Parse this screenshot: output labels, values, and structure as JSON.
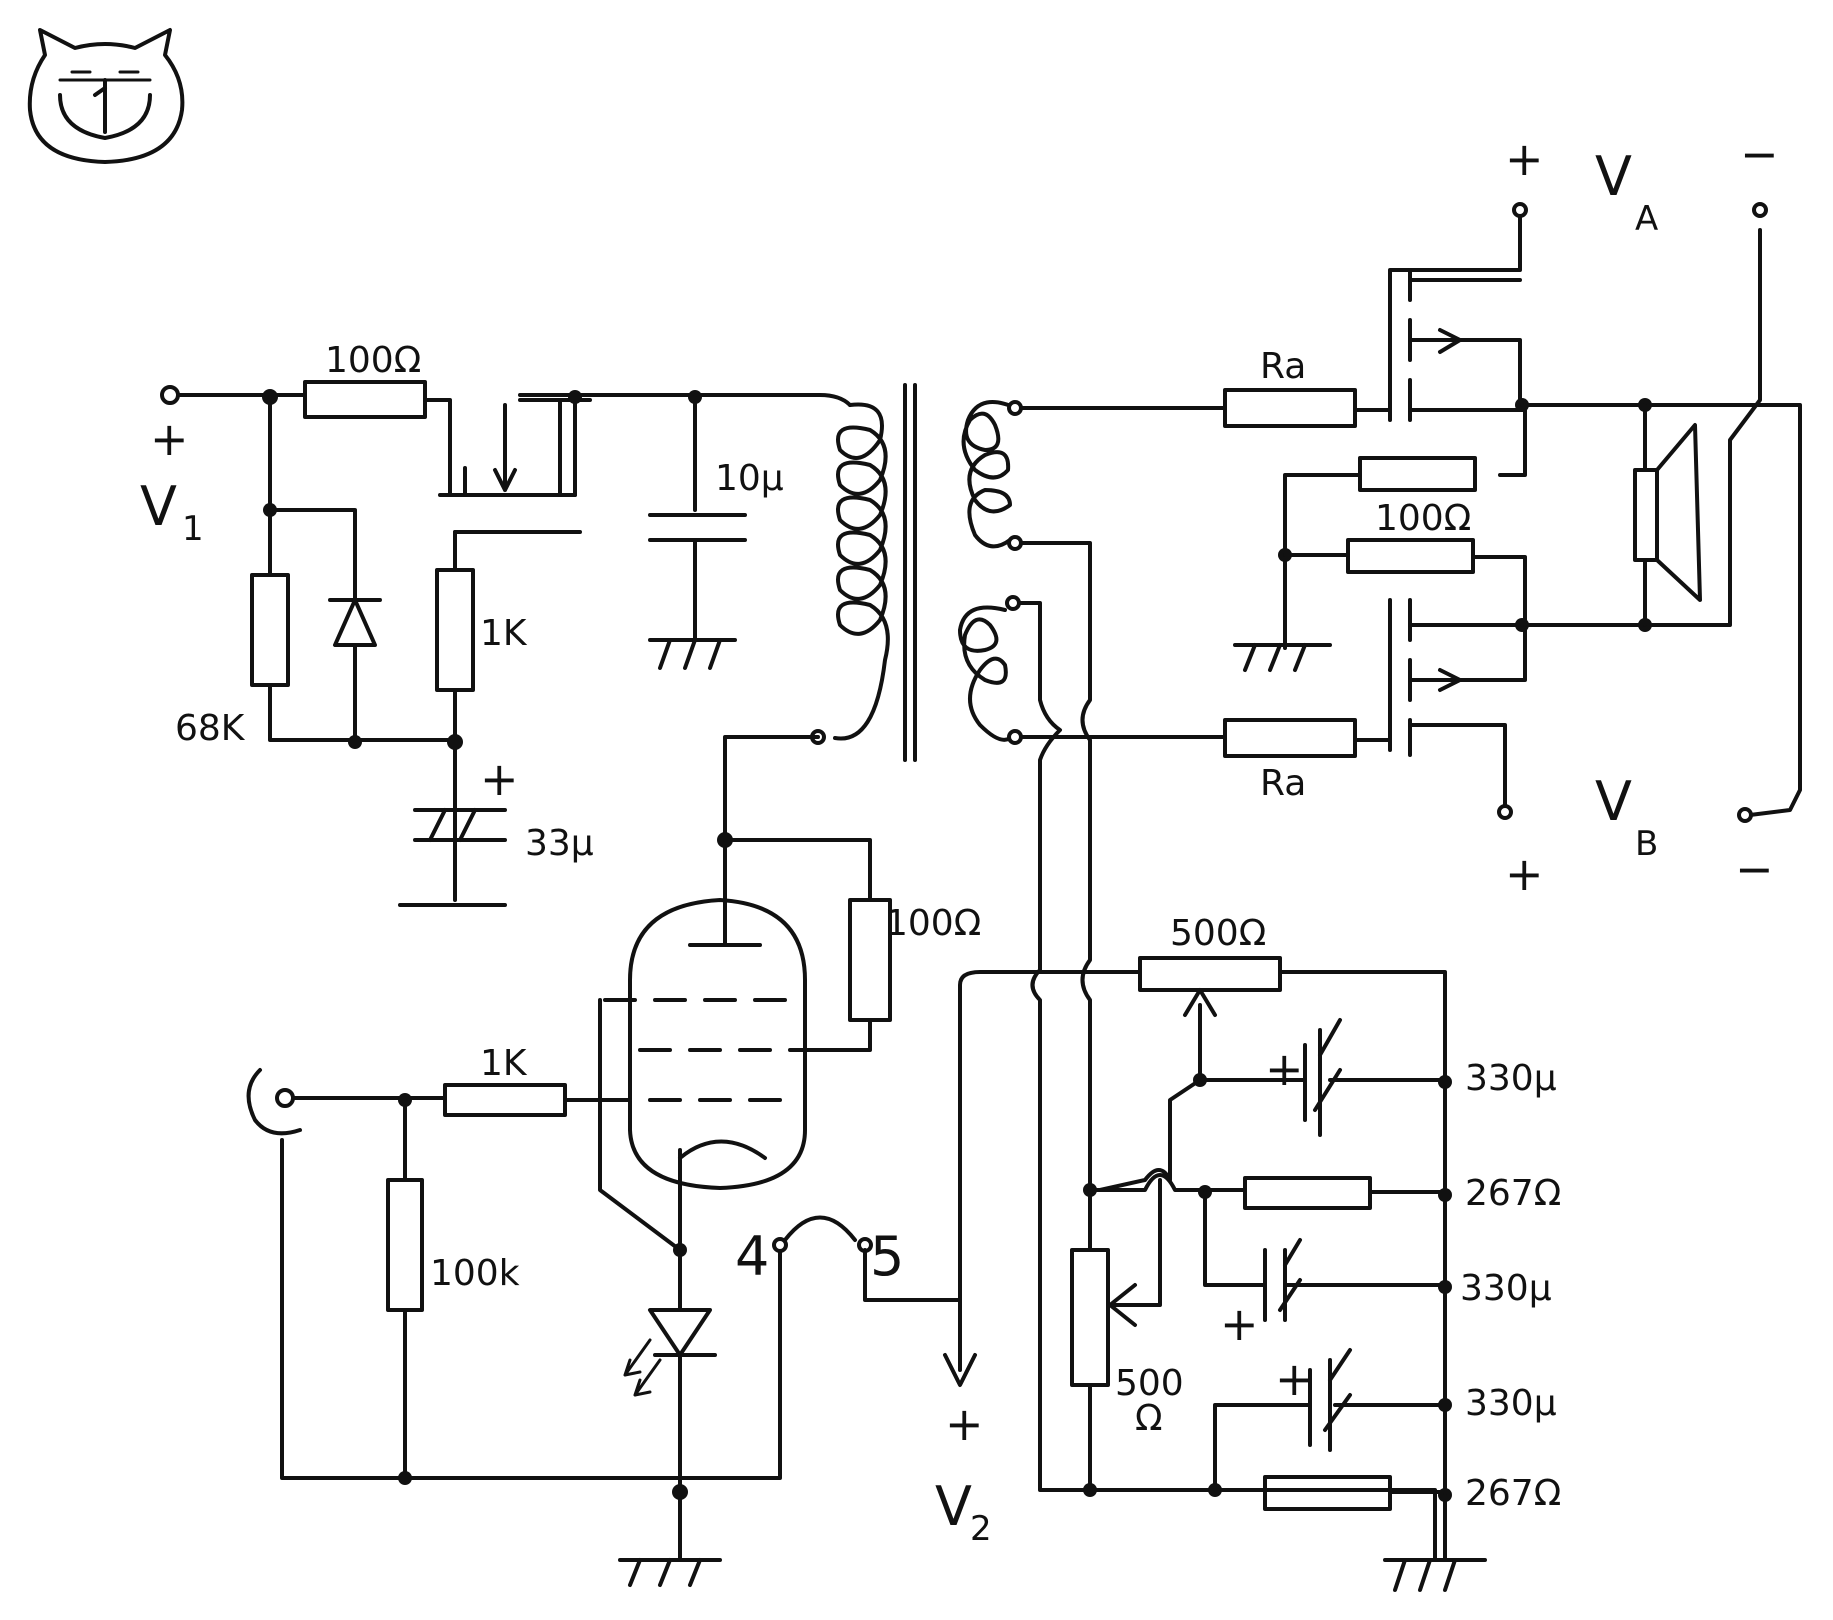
{
  "labels": {
    "r_100_top": "100Ω",
    "r_68k": "68K",
    "r_1k_top": "1K",
    "c_33u": "33μ",
    "c_10u": "10μ",
    "v1_main": "V",
    "v1_sub": "1",
    "plus": "+",
    "minus": "−",
    "ra_top": "Ra",
    "ra_bot": "Ra",
    "r_100_mid": "100Ω",
    "va_main": "V",
    "va_sub": "A",
    "vb_main": "V",
    "vb_sub": "B",
    "r_100_tube": "100Ω",
    "r_1k_grid": "1K",
    "r_100k": "100k",
    "pin4": "4",
    "pin5": "5",
    "v2_main": "V",
    "v2_sub": "2",
    "pot_500_top": "500Ω",
    "pot_500_bot_1": "500",
    "pot_500_bot_2": "Ω",
    "c_330_1": "330μ",
    "r_267_1": "267Ω",
    "c_330_2": "330μ",
    "c_330_3": "330μ",
    "r_267_2": "267Ω"
  }
}
